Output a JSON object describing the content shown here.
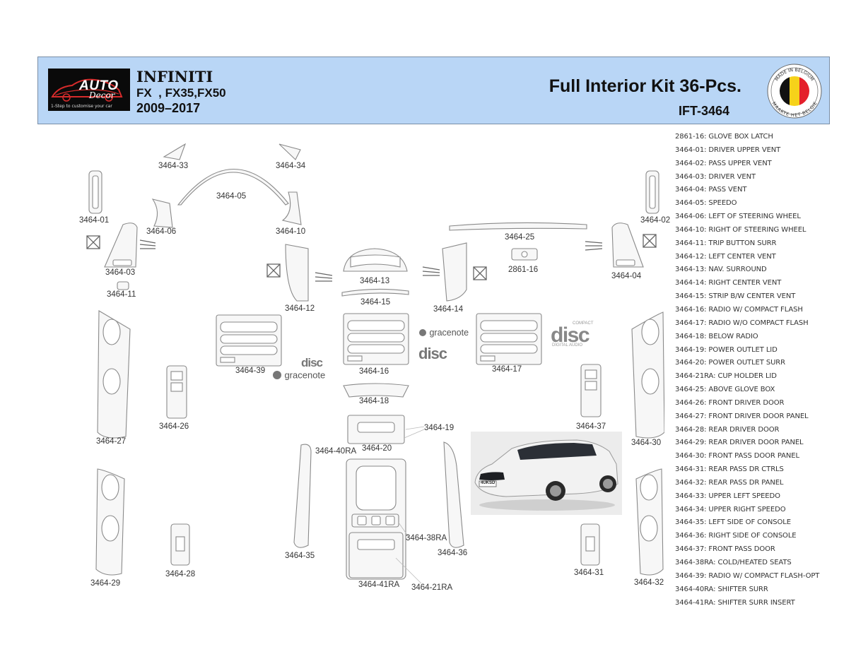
{
  "header": {
    "logo": {
      "brand_line1": "AUTO",
      "brand_line2": "Decor",
      "tagline": "1-Step to customise your car"
    },
    "make": "INFINITI",
    "models": "FX  , FX35,FX50",
    "years": "2009–2017",
    "kit_title": "Full Interior Kit 36-Pcs.",
    "sku": "IFT-3464",
    "badge": {
      "top_text": "MADE IN BELGIUM",
      "bottom_text": "MAAKTE HET BELGIE",
      "flag_colors": [
        "#111111",
        "#f6d21a",
        "#e4202b"
      ]
    }
  },
  "legend": [
    "2861-16: GLOVE BOX LATCH",
    "3464-01: DRIVER UPPER VENT",
    "3464-02: PASS UPPER VENT",
    "3464-03: DRIVER VENT",
    "3464-04: PASS VENT",
    "3464-05: SPEEDO",
    "3464-06: LEFT OF STEERING WHEEL",
    "3464-10: RIGHT OF STEERING WHEEL",
    "3464-11: TRIP BUTTON SURR",
    "3464-12: LEFT CENTER VENT",
    "3464-13: NAV. SURROUND",
    "3464-14: RIGHT CENTER VENT",
    "3464-15: STRIP B/W CENTER VENT",
    "3464-16: RADIO W/ COMPACT FLASH",
    "3464-17: RADIO W/O COMPACT FLASH",
    "3464-18: BELOW RADIO",
    "3464-19: POWER OUTLET LID",
    "3464-20: POWER OUTLET SURR",
    "3464-21RA: CUP HOLDER LID",
    "3464-25: ABOVE GLOVE BOX",
    "3464-26: FRONT DRIVER DOOR",
    "3464-27: FRONT DRIVER DOOR PANEL",
    "3464-28: REAR DRIVER DOOR",
    "3464-29: REAR DRIVER DOOR PANEL",
    "3464-30: FRONT PASS DOOR PANEL",
    "3464-31: REAR PASS DR CTRLS",
    "3464-32: REAR PASS DR PANEL",
    "3464-33: UPPER LEFT SPEEDO",
    "3464-34: UPPER RIGHT SPEEDO",
    "3464-35: LEFT SIDE OF CONSOLE",
    "3464-36: RIGHT SIDE OF CONSOLE",
    "3464-37: FRONT PASS DOOR",
    "3464-38RA: COLD/HEATED SEATS",
    "3464-39: RADIO W/ COMPACT FLASH-OPT",
    "3464-40RA: SHIFTER SURR",
    "3464-41RA: SHIFTER SURR  INSERT"
  ],
  "parts": {
    "p33": "3464-33",
    "p34": "3464-34",
    "p05": "3464-05",
    "p01": "3464-01",
    "p06": "3464-06",
    "p10": "3464-10",
    "p02": "3464-02",
    "p25": "3464-25",
    "p03": "3464-03",
    "p11": "3464-11",
    "p1616": "2861-16",
    "p04": "3464-04",
    "p13": "3464-13",
    "p15": "3464-15",
    "p12": "3464-12",
    "p14": "3464-14",
    "p39": "3464-39",
    "p16": "3464-16",
    "p17": "3464-17",
    "p18": "3464-18",
    "p26": "3464-26",
    "p27": "3464-27",
    "p19": "3464-19",
    "p40": "3464-40RA",
    "p20": "3464-20",
    "p37": "3464-37",
    "p30": "3464-30",
    "p38": "3464-38RA",
    "p35": "3464-35",
    "p36": "3464-36",
    "p28": "3464-28",
    "p29": "3464-29",
    "p41": "3464-41RA",
    "p21": "3464-21RA",
    "p31": "3464-31",
    "p32": "3464-32"
  },
  "media_logos": {
    "gracenote": "gracenote",
    "disc": "disc",
    "compact": "COMPACT",
    "digital_audio": "DIGITAL AUDIO"
  },
  "car_photo": {
    "plate": "4UKSD"
  }
}
